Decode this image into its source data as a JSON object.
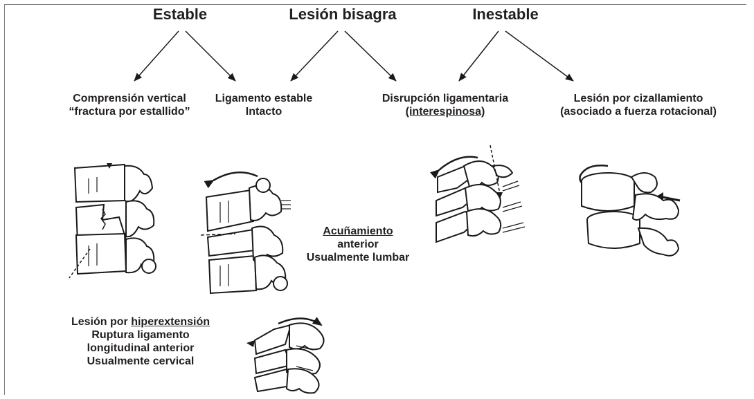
{
  "headings": {
    "stable": "Estable",
    "hinge": "Lesión bisagra",
    "unstable": "Inestable"
  },
  "categories": {
    "vertical_compression": {
      "line1": "Comprensión vertical",
      "line2": "“fractura por estallido”"
    },
    "ligament_stable": {
      "line1": "Ligamento estable",
      "line2": "Intacto"
    },
    "ligament_disruption": {
      "line1": "Disrupción ligamentaria",
      "line2": "(interespinosa)"
    },
    "shear_injury": {
      "line1": "Lesión por cizallamiento",
      "line2": "(asociado a fuerza rotacional)"
    }
  },
  "wedge_note": {
    "line1": "Acuñamiento",
    "line2": "anterior",
    "line3": "Usualmente lumbar"
  },
  "hyperextension_note": {
    "prefix": "Lesión por ",
    "underlined": "hiperextensión",
    "line2": "Ruptura ligamento",
    "line3": "longitudinal anterior",
    "line4": "Usualmente cervical"
  },
  "colors": {
    "text": "#231f20",
    "line": "#1a1a1a",
    "frame": "#808080"
  }
}
